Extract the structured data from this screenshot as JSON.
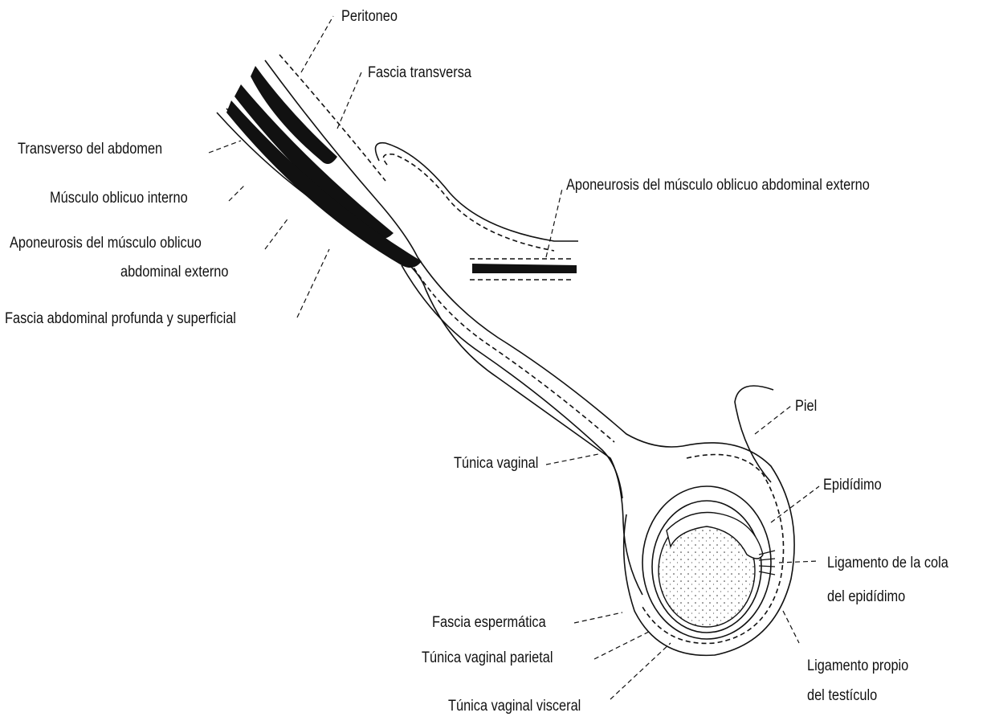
{
  "labels": {
    "peritoneo": "Peritoneo",
    "fascia_transversa": "Fascia transversa",
    "transverso": "Transverso del abdomen",
    "oblicuo_interno": "Músculo oblicuo interno",
    "aponeurosis_left_1": "Aponeurosis del músculo oblicuo",
    "aponeurosis_left_2": "abdominal externo",
    "fascia_abdominal": "Fascia abdominal profunda y superficial",
    "aponeurosis_right": "Aponeurosis del músculo oblicuo abdominal externo",
    "piel": "Piel",
    "tunica_vaginal": "Túnica vaginal",
    "epididimo": "Epidídimo",
    "ligamento_cola_1": "Ligamento de la cola",
    "ligamento_cola_2": "del epidídimo",
    "fascia_espermatica": "Fascia espermática",
    "tunica_parietal": "Túnica vaginal parietal",
    "ligamento_propio_1": "Ligamento propio",
    "ligamento_propio_2": "del testículo",
    "tunica_visceral": "Túnica vaginal visceral"
  },
  "colors": {
    "ink": "#111111",
    "background": "#ffffff"
  }
}
